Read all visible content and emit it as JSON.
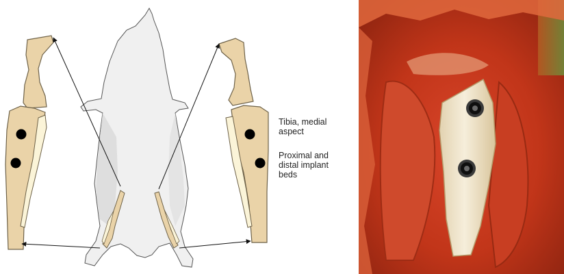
{
  "labels": {
    "tibia_line1": "Tibia, medial",
    "tibia_line2": "aspect",
    "implant_line1": "Proximal and",
    "implant_line2": "distal implant",
    "implant_line3": "beds"
  },
  "colors": {
    "bone_fill": "#ead3a8",
    "bone_stroke": "#6d6148",
    "fibula_fill": "#fbf4d8",
    "body_fill": "#f0f0f0",
    "implant_bed": "#000000",
    "tissue_red": "#c5321d",
    "bone_exposed": "#f3e9d2"
  },
  "icons": {
    "arrow": "arrow-head-icon",
    "screw": "screw-icon"
  }
}
